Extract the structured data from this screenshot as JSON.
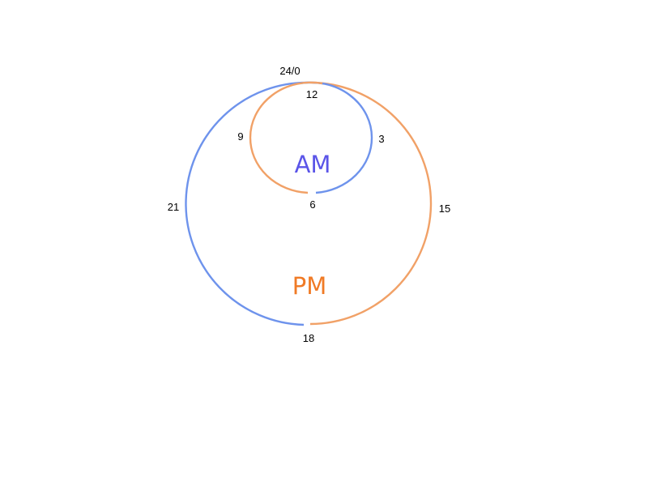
{
  "colors": {
    "blue": "#6e93ec",
    "orange": "#f1a167",
    "am_text": "#5b55e8",
    "pm_text": "#f07a25"
  },
  "labels": {
    "top": "24/0",
    "noon": "12",
    "three": "3",
    "six": "6",
    "nine": "9",
    "fifteen": "15",
    "eighteen": "18",
    "twentyone": "21",
    "am": "AM",
    "pm": "PM"
  }
}
